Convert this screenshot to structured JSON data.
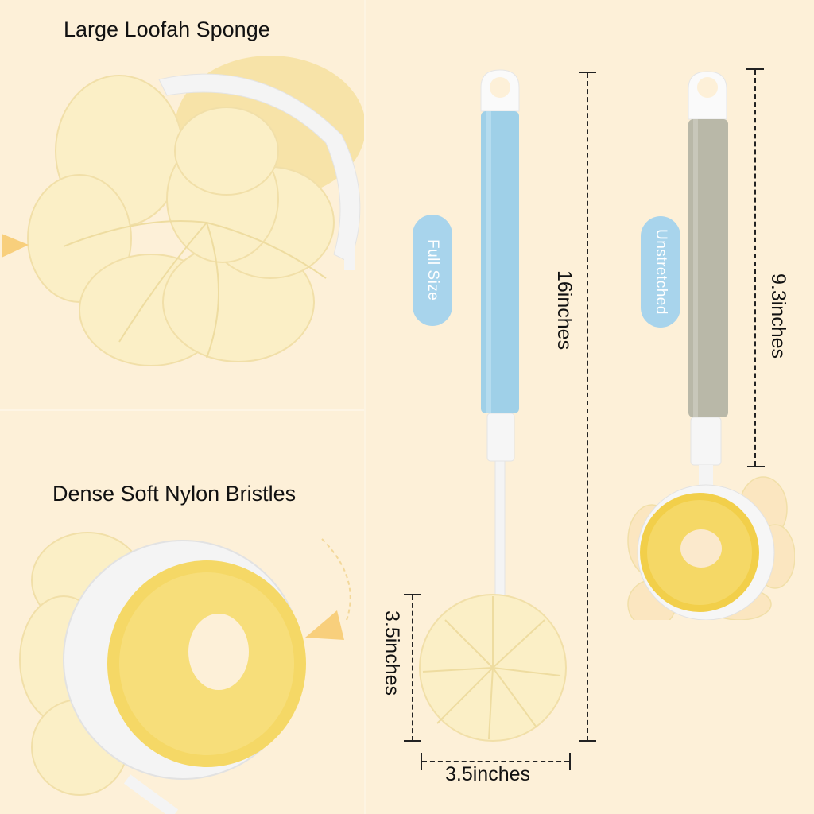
{
  "features": {
    "top": {
      "label": "Large Loofah Sponge"
    },
    "bottom": {
      "label": "Dense Soft Nylon Bristles"
    }
  },
  "brushes": {
    "full": {
      "badge": "Full Size",
      "handle_color": "#9fd0e8",
      "length": "16inches"
    },
    "unstretched": {
      "badge": "Unstretched",
      "handle_color": "#b9b8a8",
      "length": "9.3inches"
    }
  },
  "sponge_dimensions": {
    "height": "3.5inches",
    "width": "3.5inches"
  },
  "colors": {
    "background": "#fdf0d8",
    "badge": "#a8d4ec",
    "arrow_accent": "#f8cf7c",
    "sponge": "#fbeec0",
    "bristle": "#f5d866"
  }
}
